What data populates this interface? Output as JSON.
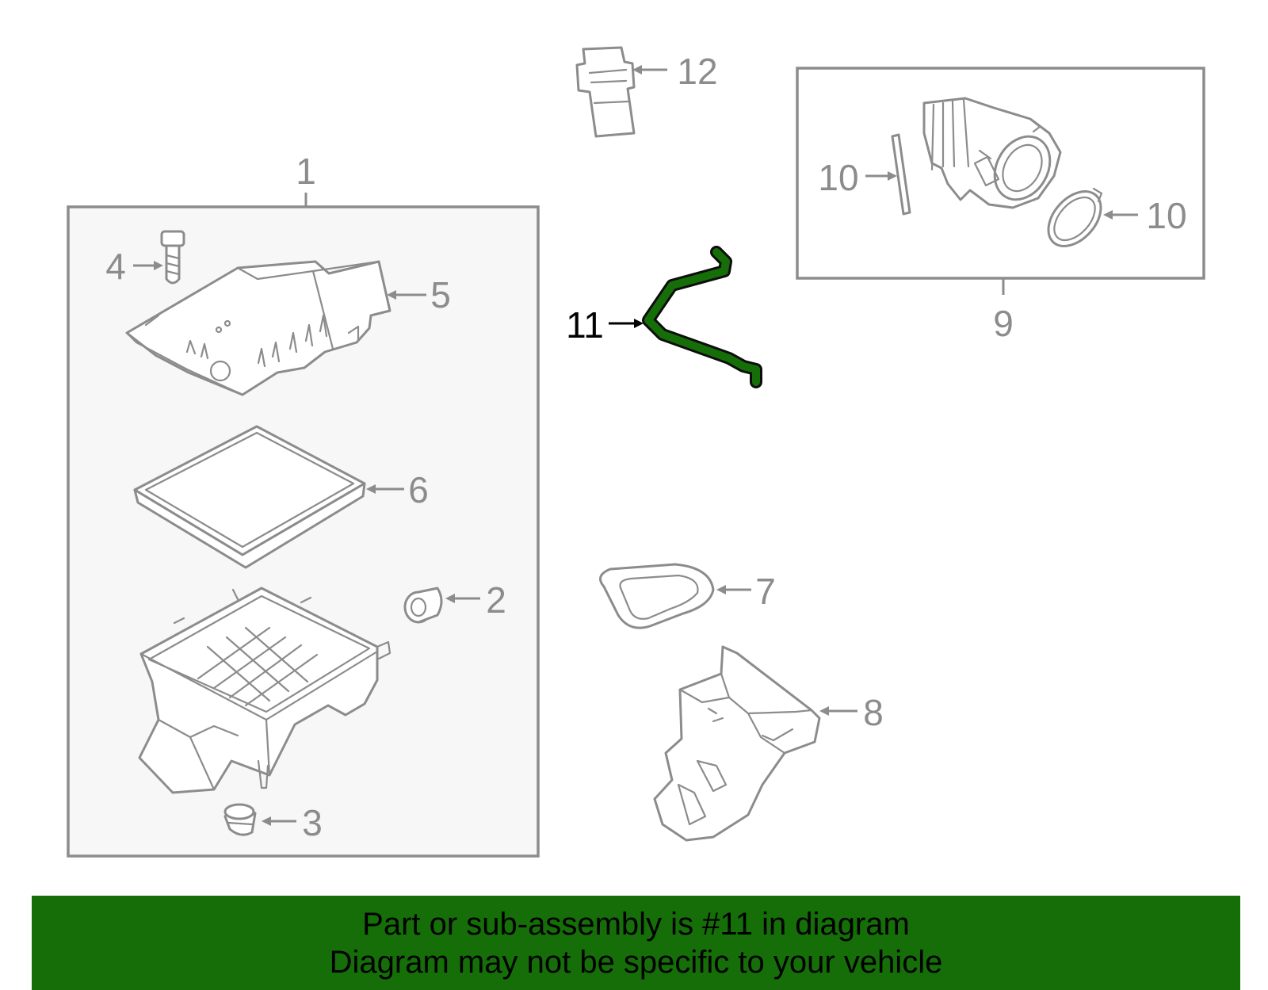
{
  "colors": {
    "line_art": "#8c8c8c",
    "group_fill": "#f7f7f7",
    "highlight": "#156e08",
    "banner_bg": "#156e08",
    "banner_text": "#000000"
  },
  "callouts": {
    "c1": "1",
    "c2": "2",
    "c3": "3",
    "c4": "4",
    "c5": "5",
    "c6": "6",
    "c7": "7",
    "c8": "8",
    "c9": "9",
    "c10a": "10",
    "c10b": "10",
    "c11": "11",
    "c12": "12"
  },
  "highlighted_part": "11",
  "banner": {
    "line1": "Part or sub-assembly is #11 in diagram",
    "line2": "Diagram may not be specific to your vehicle"
  }
}
